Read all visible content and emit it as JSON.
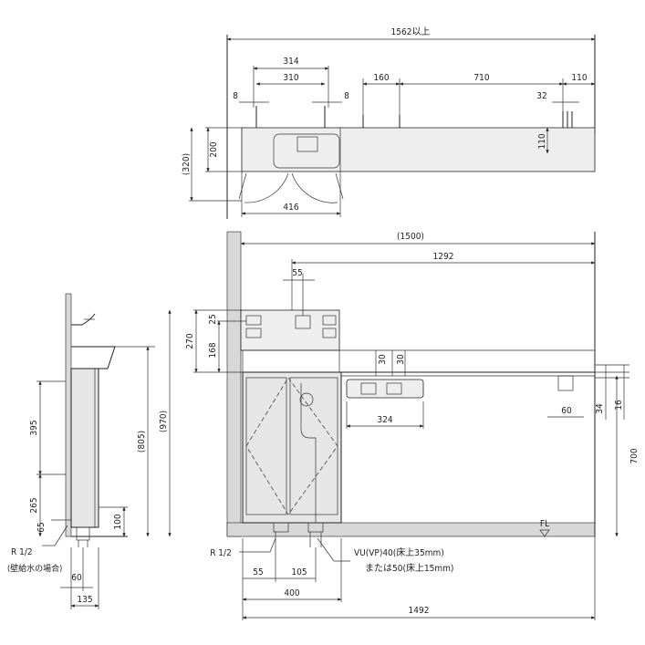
{
  "drawing": {
    "top_view": {
      "dims": {
        "overall": "1562以上",
        "d314": "314",
        "d310": "310",
        "d8_left": "8",
        "d8_right": "8",
        "d160": "160",
        "d710": "710",
        "d110_top": "110",
        "d32": "32",
        "d200": "200",
        "d320": "(320)",
        "d110_side": "110",
        "d416": "416"
      }
    },
    "front_view": {
      "dims": {
        "d1500": "(1500)",
        "d1292": "1292",
        "d55_top": "55",
        "d25": "25",
        "d270": "270",
        "d168": "168",
        "d970": "(970)",
        "d30_a": "30",
        "d30_b": "30",
        "d324": "324",
        "d60_right": "60",
        "d34": "34",
        "d16": "16",
        "d700": "700",
        "fl": "FL",
        "r12": "R 1/2",
        "drain_1": "VU(VP)40(床上35mm)",
        "drain_2": "または50(床上15mm)",
        "d55_bottom": "55",
        "d105": "105",
        "d400": "400",
        "d1492": "1492"
      }
    },
    "side_view": {
      "dims": {
        "d395": "395",
        "d265": "265",
        "d65": "65",
        "d805": "(805)",
        "d100": "100",
        "r12": "R 1/2",
        "note": "(壁給水の場合)",
        "d60": "60",
        "d135": "135"
      }
    }
  }
}
